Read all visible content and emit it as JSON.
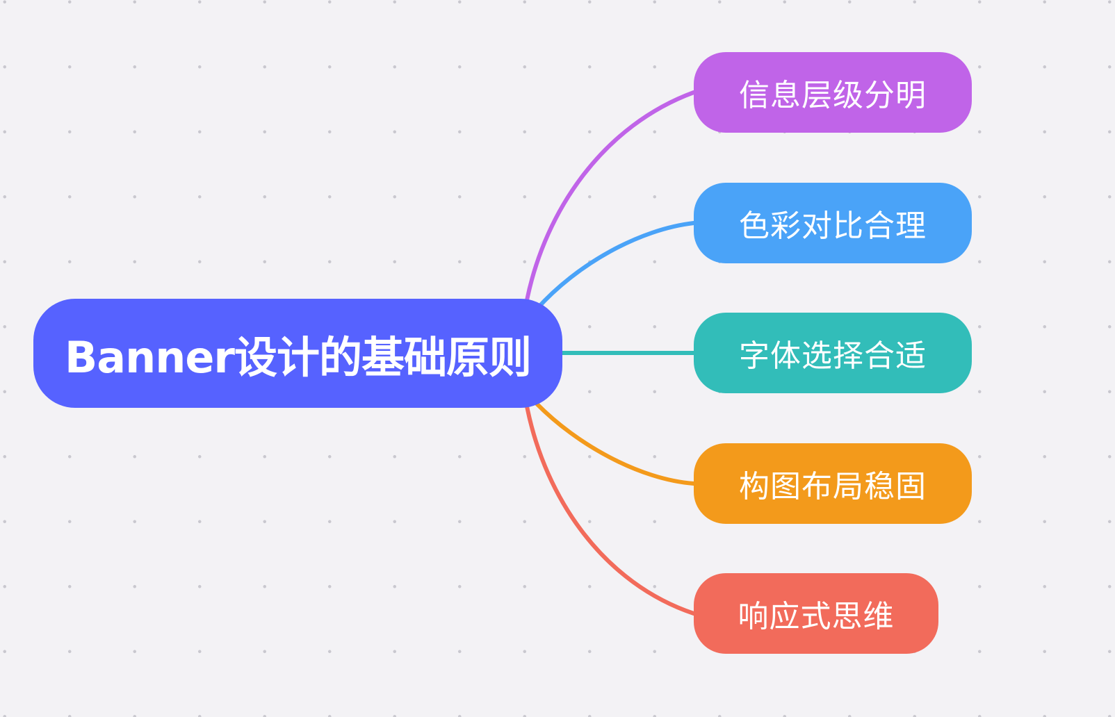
{
  "mindmap": {
    "root": {
      "label": "Banner设计的基础原则",
      "color": "#5662ff"
    },
    "branches": [
      {
        "label": "信息层级分明",
        "color": "#c064e8"
      },
      {
        "label": "色彩对比合理",
        "color": "#4aa3f8"
      },
      {
        "label": "字体选择合适",
        "color": "#32bdb9"
      },
      {
        "label": "构图布局稳固",
        "color": "#f39a1b"
      },
      {
        "label": "响应式思维",
        "color": "#f26b5b"
      }
    ]
  }
}
